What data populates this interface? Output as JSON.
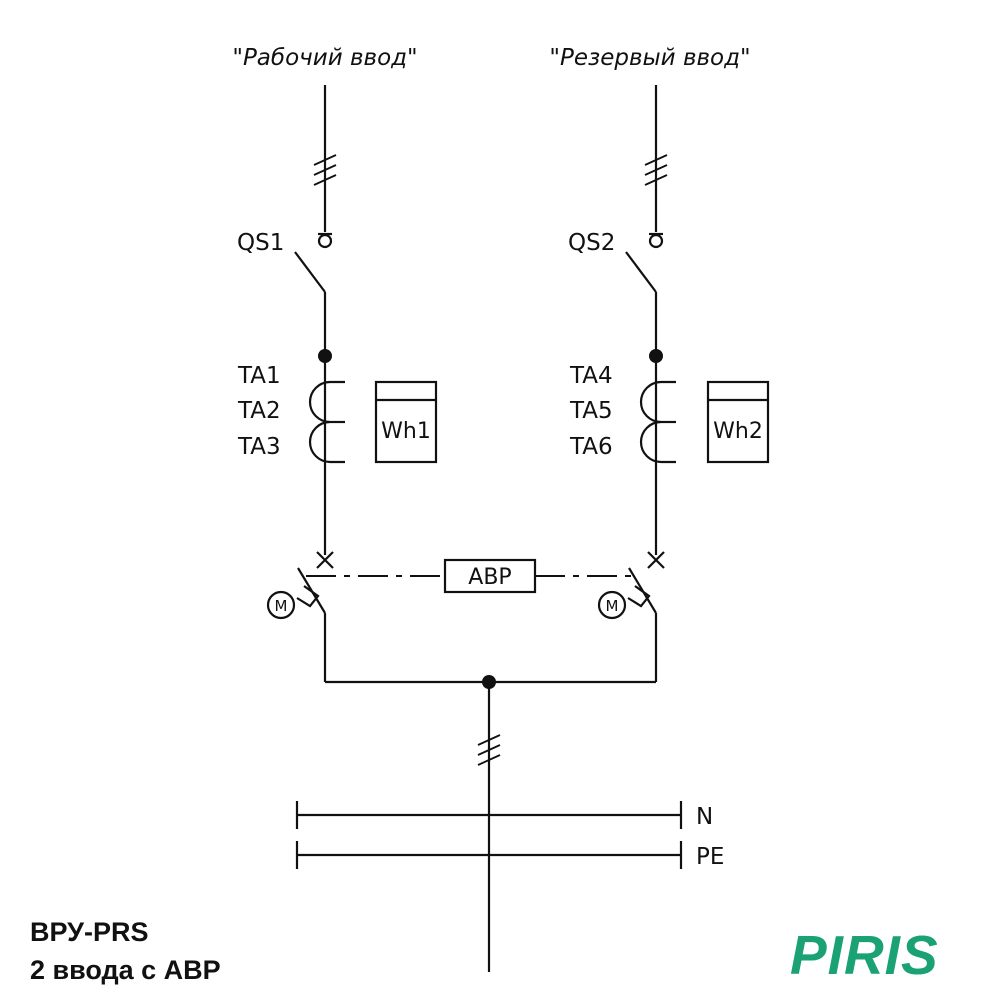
{
  "inputs": {
    "left": {
      "title": "\"Рабочий ввод\"",
      "switch": "QS1",
      "ct": [
        "TA1",
        "TA2",
        "TA3"
      ],
      "meter": "Wh1"
    },
    "right": {
      "title": "\"Резервый ввод\"",
      "switch": "QS2",
      "ct": [
        "TA4",
        "TA5",
        "TA6"
      ],
      "meter": "Wh2"
    }
  },
  "motor_symbol": "M",
  "avr_label": "АВР",
  "buses": {
    "neutral": "N",
    "protective": "PE"
  },
  "caption": {
    "line1": "ВРУ-PRS",
    "line2": "2 ввода с АВР"
  },
  "logo": {
    "text": "PIRIS",
    "color": "#1aa174"
  },
  "colors": {
    "line": "#111111"
  }
}
